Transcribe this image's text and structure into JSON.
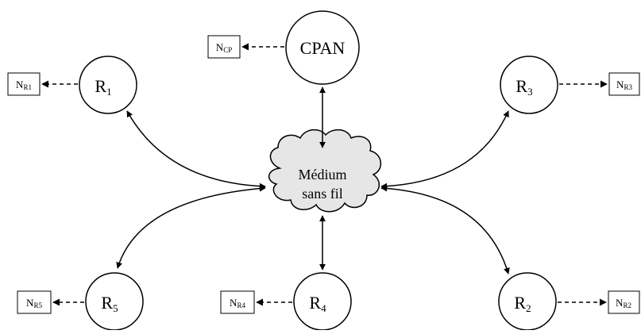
{
  "diagram": {
    "center": {
      "line1": "Médium",
      "line2": "sans fil",
      "fill": "#e6e6e6"
    },
    "cpan": {
      "label": "CPAN",
      "note_main": "N",
      "note_sub": "CP"
    },
    "routers": [
      {
        "id": "R1",
        "main": "R",
        "sub": "1",
        "note_main": "N",
        "note_sub": "R1"
      },
      {
        "id": "R3",
        "main": "R",
        "sub": "3",
        "note_main": "N",
        "note_sub": "R3"
      },
      {
        "id": "R5",
        "main": "R",
        "sub": "5",
        "note_main": "N",
        "note_sub": "R5"
      },
      {
        "id": "R4",
        "main": "R",
        "sub": "4",
        "note_main": "N",
        "note_sub": "R4"
      },
      {
        "id": "R2",
        "main": "R",
        "sub": "2",
        "note_main": "N",
        "note_sub": "R2"
      }
    ]
  }
}
